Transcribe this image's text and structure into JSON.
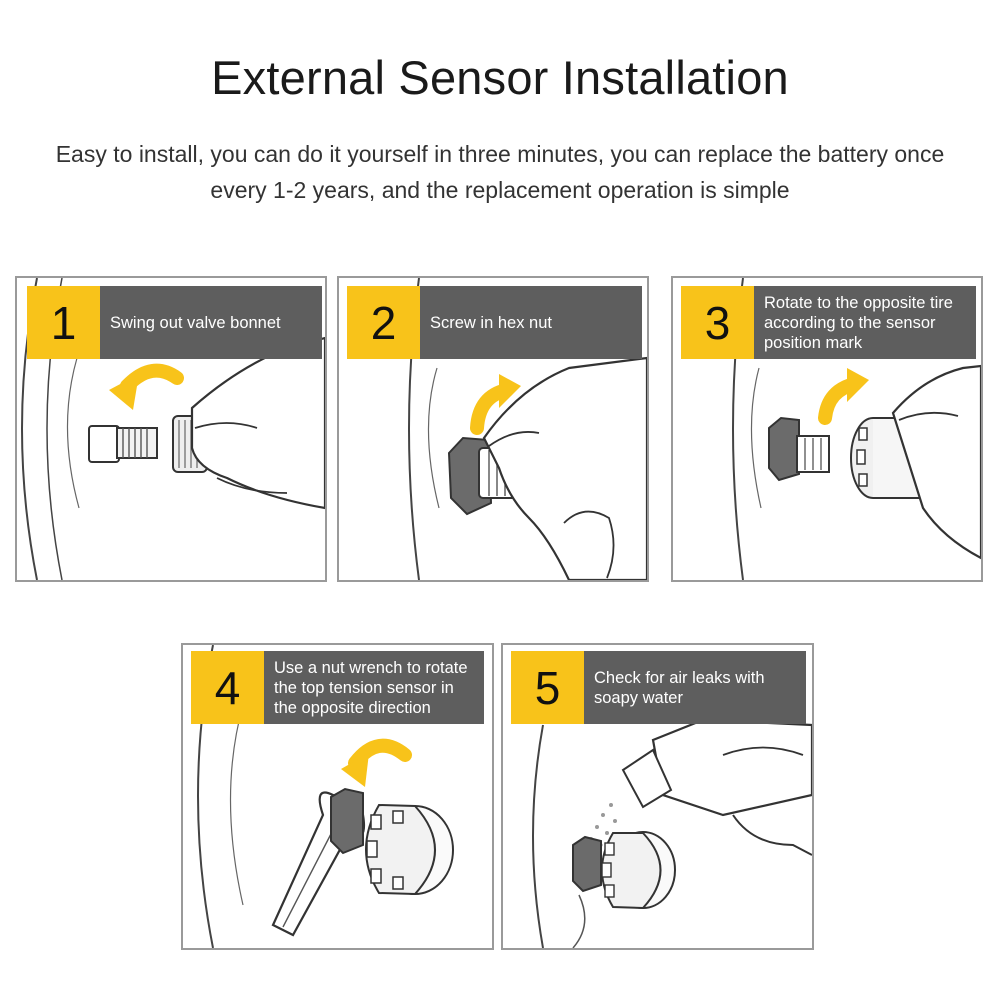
{
  "title": "External Sensor Installation",
  "subtitle": "Easy to install, you can do it yourself in three minutes, you can replace the battery once every 1-2 years, and the replacement operation is simple",
  "steps": [
    {
      "number": "1",
      "text": "Swing out valve bonnet"
    },
    {
      "number": "2",
      "text": "Screw in hex nut"
    },
    {
      "number": "3",
      "text": "Rotate to the opposite tire according to the sensor position mark"
    },
    {
      "number": "4",
      "text": "Use a nut wrench to rotate the top tension sensor in the opposite direction"
    },
    {
      "number": "5",
      "text": "Check for air leaks with soapy water"
    }
  ],
  "colors": {
    "badge_number_bg": "#f8c31a",
    "badge_text_bg": "#5e5e5e",
    "arrow": "#f8c31a"
  }
}
